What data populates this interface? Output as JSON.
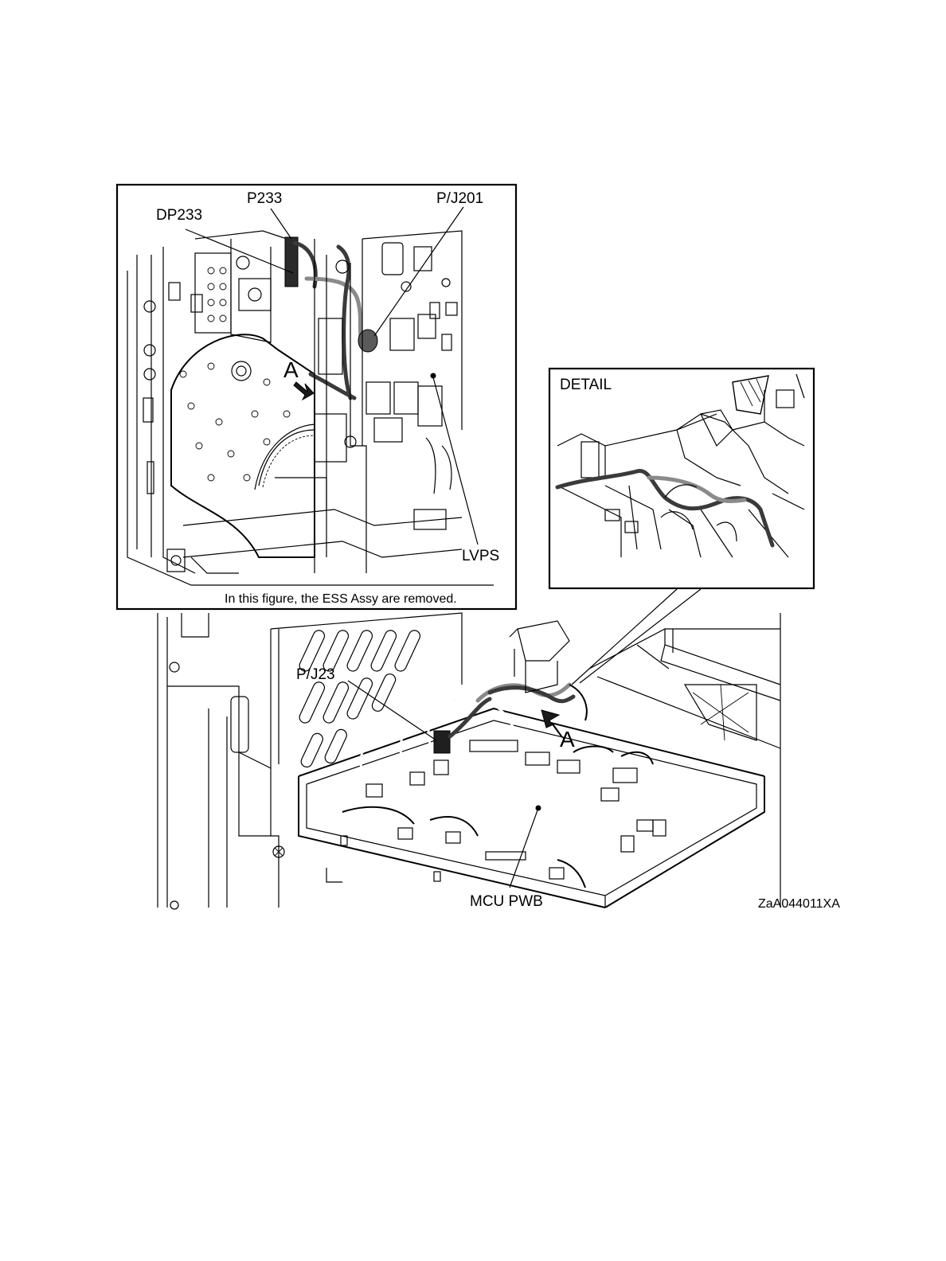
{
  "inset_main": {
    "labels": {
      "dp233": "DP233",
      "p233": "P233",
      "pj201": "P/J201",
      "lvps": "LVPS",
      "view_a": "A"
    },
    "caption": "In this figure, the ESS Assy are removed."
  },
  "detail": {
    "title": "DETAIL"
  },
  "main_view": {
    "labels": {
      "pj23": "P/J23",
      "view_a": "A",
      "mcu_pwb": "MCU PWB"
    }
  },
  "figure_id": "ZaA044011XA"
}
